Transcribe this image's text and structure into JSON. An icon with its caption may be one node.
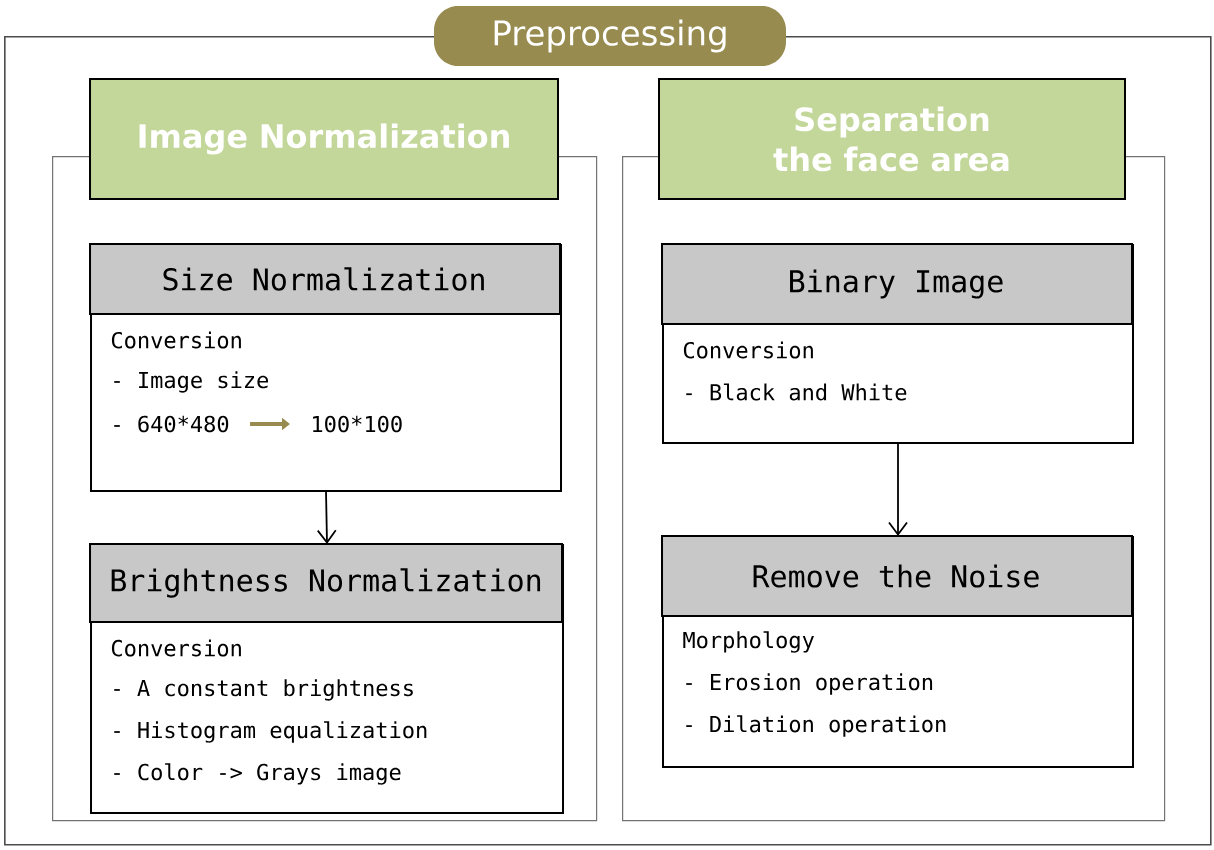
{
  "diagram": {
    "nodes": [
      {
        "text": [
          "Preprocessing"
        ]
      },
      {
        "text": [
          "Image Normalization"
        ],
        "in": 0
      },
      {
        "text": [
          "Size Normalization",
          "Conversion",
          "- Image size",
          "- 640*480",
          "100*100"
        ],
        "in": 1
      },
      {
        "text": [
          "Brightness Normalization",
          "Conversion",
          "- A constant brightness",
          "- Histogram equalization",
          "- Color -> Grays image"
        ],
        "in": 1
      },
      {
        "text": [
          "Separation the face area"
        ],
        "in": 0
      },
      {
        "text": [
          "Binary Image",
          "Conversion",
          "- Black and White"
        ],
        "in": 4
      },
      {
        "text": [
          "Remove the Noise",
          "Morphology",
          "- Erosion operation",
          "- Dilation operation"
        ],
        "in": 4
      }
    ],
    "edges": [
      {
        "from": 2,
        "to": 3,
        "arrow": "to"
      },
      {
        "from": 5,
        "to": 6,
        "arrow": "to"
      }
    ]
  }
}
